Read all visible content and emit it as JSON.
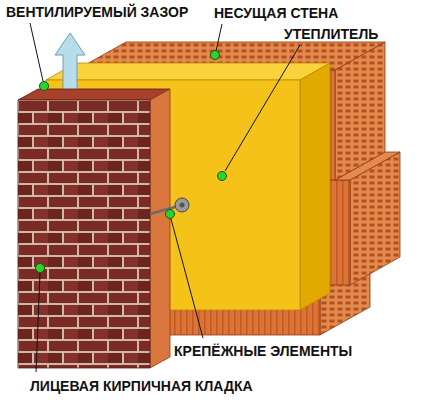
{
  "diagram": {
    "labels": [
      "ВЕНТИЛИРУЕМЫЙ ЗАЗОР",
      "НЕСУЩАЯ СТЕНА",
      "УТЕПЛИТЕЛЬ",
      "КРЕПЁЖНЫЕ ЭЛЕМЕНТЫ",
      "ЛИЦЕВАЯ КИРПИЧНАЯ КЛАДКА"
    ]
  }
}
